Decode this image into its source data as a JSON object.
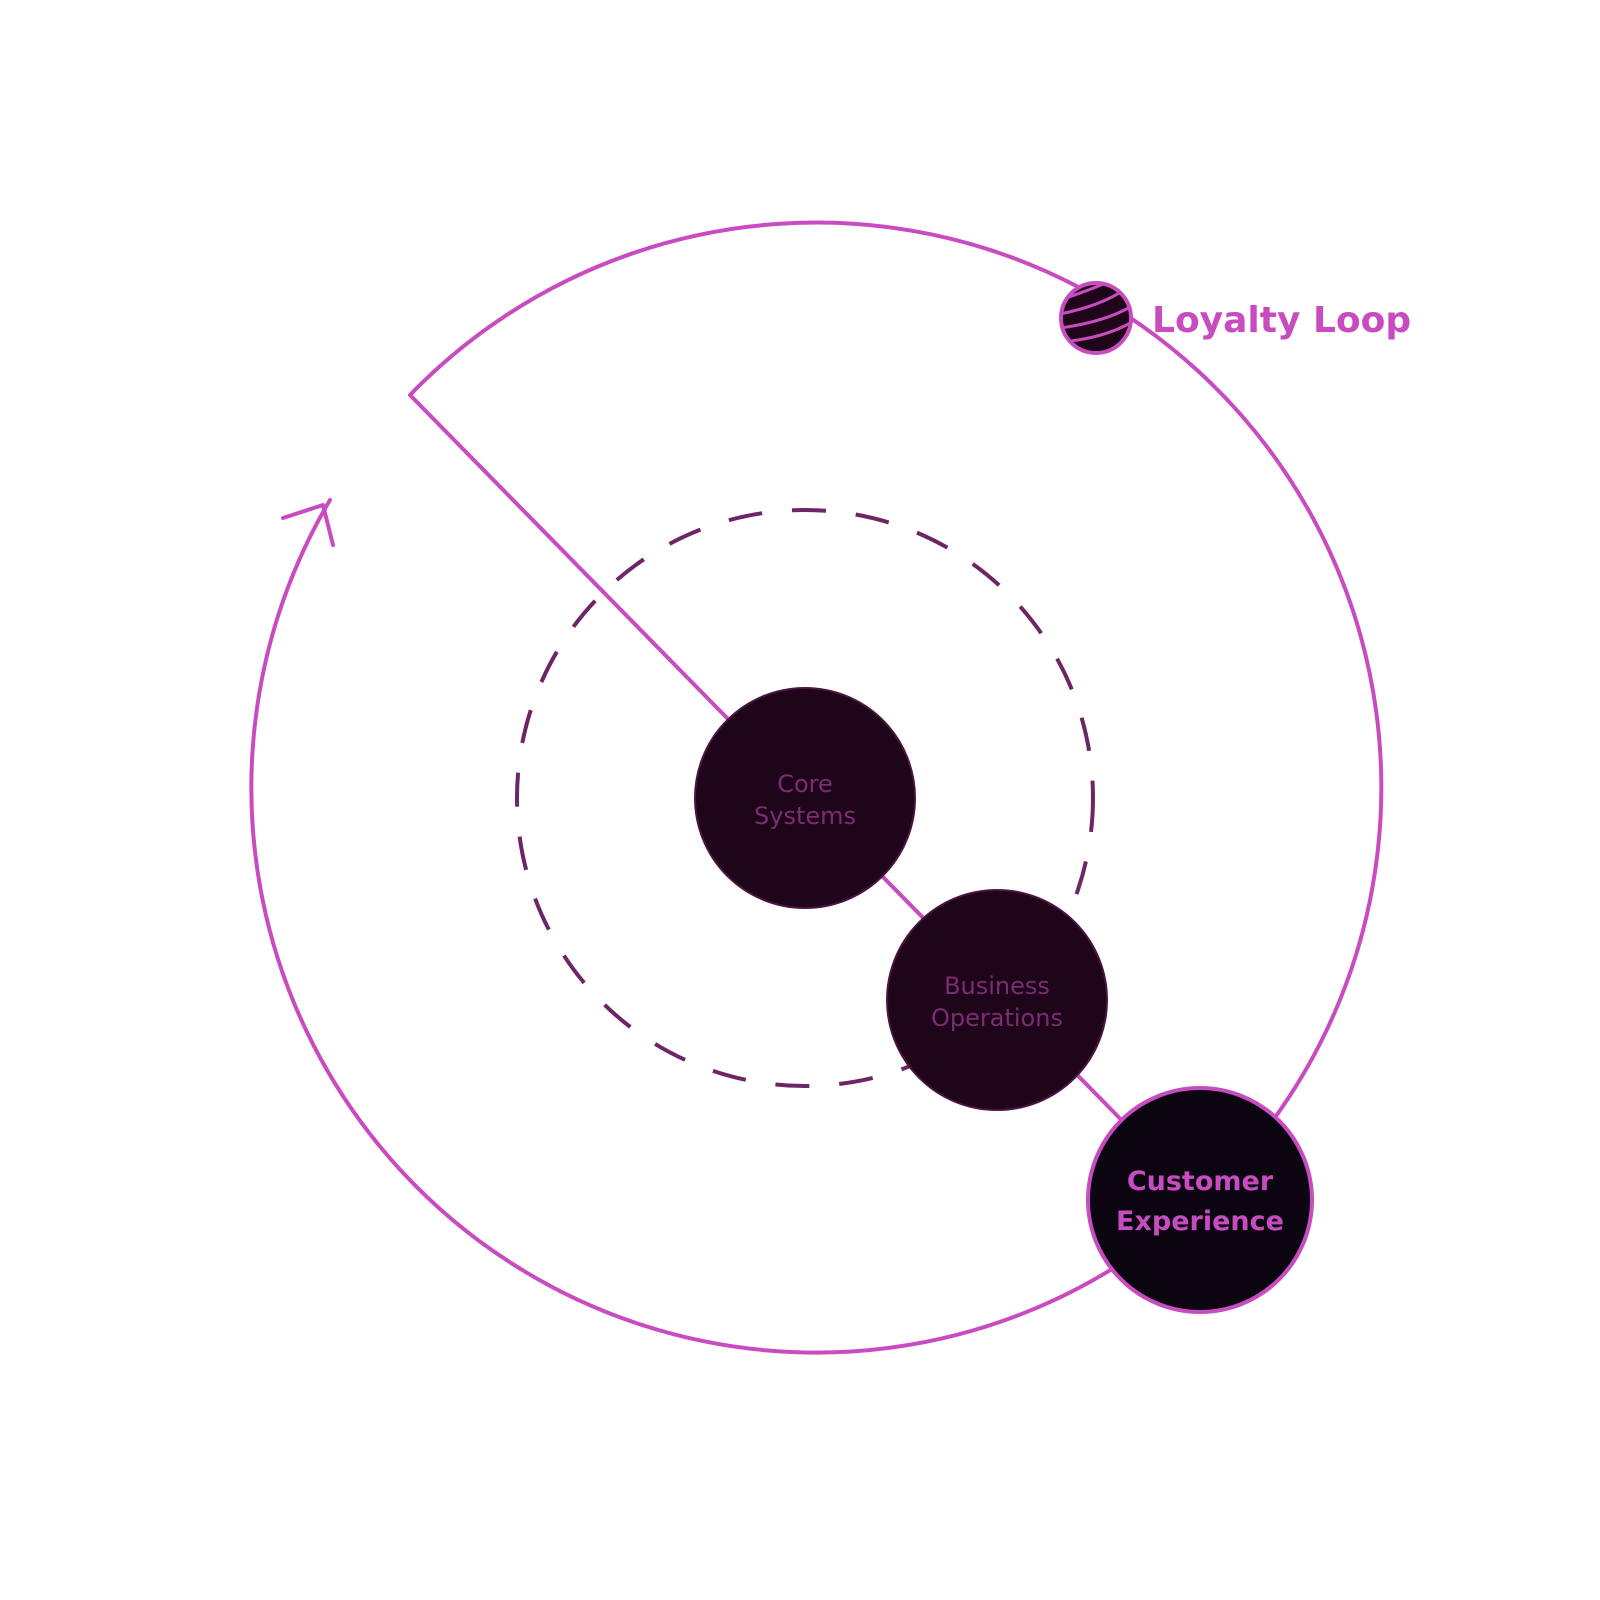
{
  "colors": {
    "accent": "#c84cc0",
    "dashed_ring": "#6e2565",
    "inner_node_fill": "#1e0519",
    "inner_node_stroke": "#4a1443",
    "inner_label": "#7a2d73",
    "outer_node_fill": "#0a0510",
    "outer_label": "#c84cc0",
    "loyalty_label": "#c84cc0",
    "background": "#ffffff"
  },
  "icons": {
    "loyalty_icon": "striped-globe-icon",
    "loop_arrow": "arrowhead-icon"
  },
  "diagram": {
    "loyalty_loop": {
      "label": "Loyalty Loop"
    },
    "nodes": [
      {
        "id": "core",
        "line1": "Core",
        "line2": "Systems"
      },
      {
        "id": "business",
        "line1": "Business",
        "line2": "Operations"
      },
      {
        "id": "customer",
        "line1": "Customer",
        "line2": "Experience"
      }
    ]
  }
}
